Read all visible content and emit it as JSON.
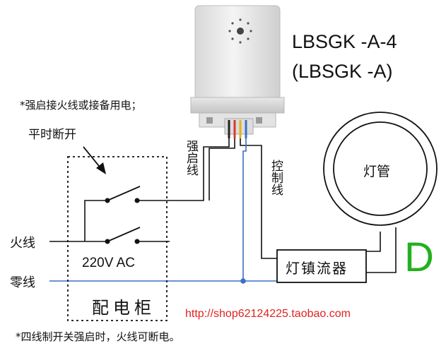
{
  "model": {
    "line1": "LBSGK -A-4",
    "line2": "(LBSGK -A)"
  },
  "notes": {
    "top": "*强启接火线或接备用电；",
    "bottom": "*四线制开关强启时，火线可断电。"
  },
  "labels": {
    "normally_open": "平时断开",
    "live": "火线",
    "neutral": "零线",
    "voltage": "220V AC",
    "cabinet": "配电柜",
    "force_wire": "强启线",
    "control_wire": "控制线",
    "lamp": "灯管",
    "ballast": "灯镇流器",
    "letter": "D",
    "url": "http://shop62124225.taobao.com"
  },
  "colors": {
    "wire": "#111111",
    "neutral_wire": "#3a6fc4",
    "url": "#e0231f",
    "letter": "#21b11f",
    "sensor_body": "#ececec"
  }
}
